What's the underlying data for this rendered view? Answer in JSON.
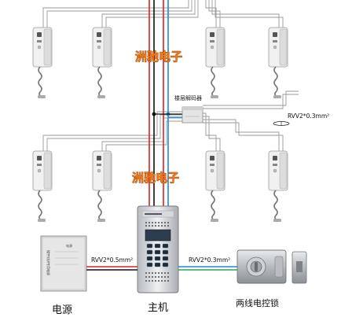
{
  "watermark_top": "洲驰电子",
  "watermark_bottom": "洲驰电子",
  "decoder_label": "楼层解码器",
  "cable_spec_right": "RVV2*0.3mm²",
  "cable_spec_left": "RVV2*0.5mm²",
  "cable_spec_lock": "RVV2*0.3mm²",
  "psu_panel_title": "电源",
  "psu_panel_text": "楼宇对讲专用电源",
  "label_power": "电源",
  "label_main": "主机",
  "label_lock": "两线电控锁",
  "colors": {
    "wire_red": "#e02020",
    "wire_blue": "#1e88d8",
    "wire_black": "#111111",
    "wire_gray": "#9a9a9a",
    "watermark": "#f07a18"
  }
}
